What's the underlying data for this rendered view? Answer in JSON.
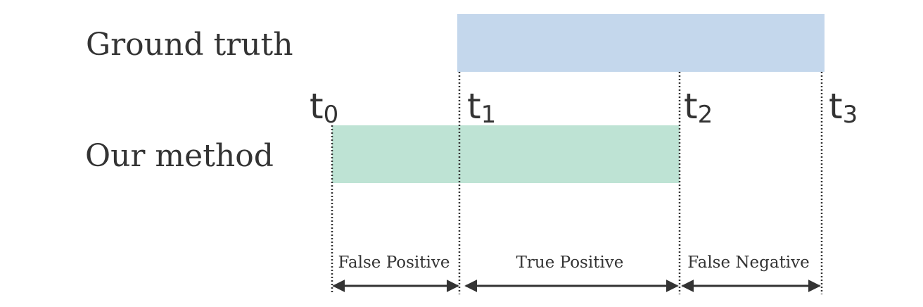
{
  "rows": {
    "ground_truth": "Ground truth",
    "our_method": "Our method"
  },
  "time_markers": [
    {
      "base": "t",
      "sub": "0"
    },
    {
      "base": "t",
      "sub": "1"
    },
    {
      "base": "t",
      "sub": "2"
    },
    {
      "base": "t",
      "sub": "3"
    }
  ],
  "segments": {
    "false_positive": "False Positive",
    "true_positive": "True Positive",
    "false_negative": "False Negative"
  },
  "colors": {
    "ground_truth_bar": "#c4d7ec",
    "method_bar": "#bee3d4",
    "text": "#333333"
  }
}
